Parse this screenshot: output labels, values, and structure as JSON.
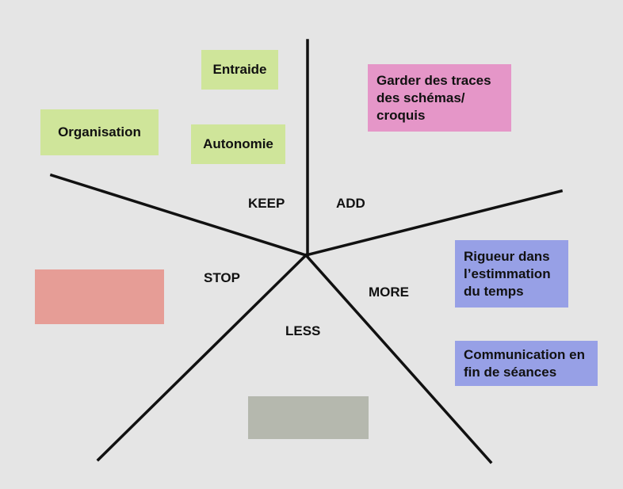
{
  "sections": {
    "keep": "KEEP",
    "add": "ADD",
    "stop": "STOP",
    "more": "MORE",
    "less": "LESS"
  },
  "stickies": {
    "keep": [
      "Entraide",
      "Organisation",
      "Autonomie"
    ],
    "add": [
      "Garder des traces des schémas/ croquis"
    ],
    "more": [
      "Rigueur dans l’estimmation du temps",
      "Communication en fin de séances"
    ]
  },
  "colors": {
    "background": "#e5e5e5",
    "keep": "#cfe59a",
    "add": "#e596c8",
    "more": "#97a0e6",
    "stop": "#e69d96",
    "less": "#b5b8ae"
  }
}
